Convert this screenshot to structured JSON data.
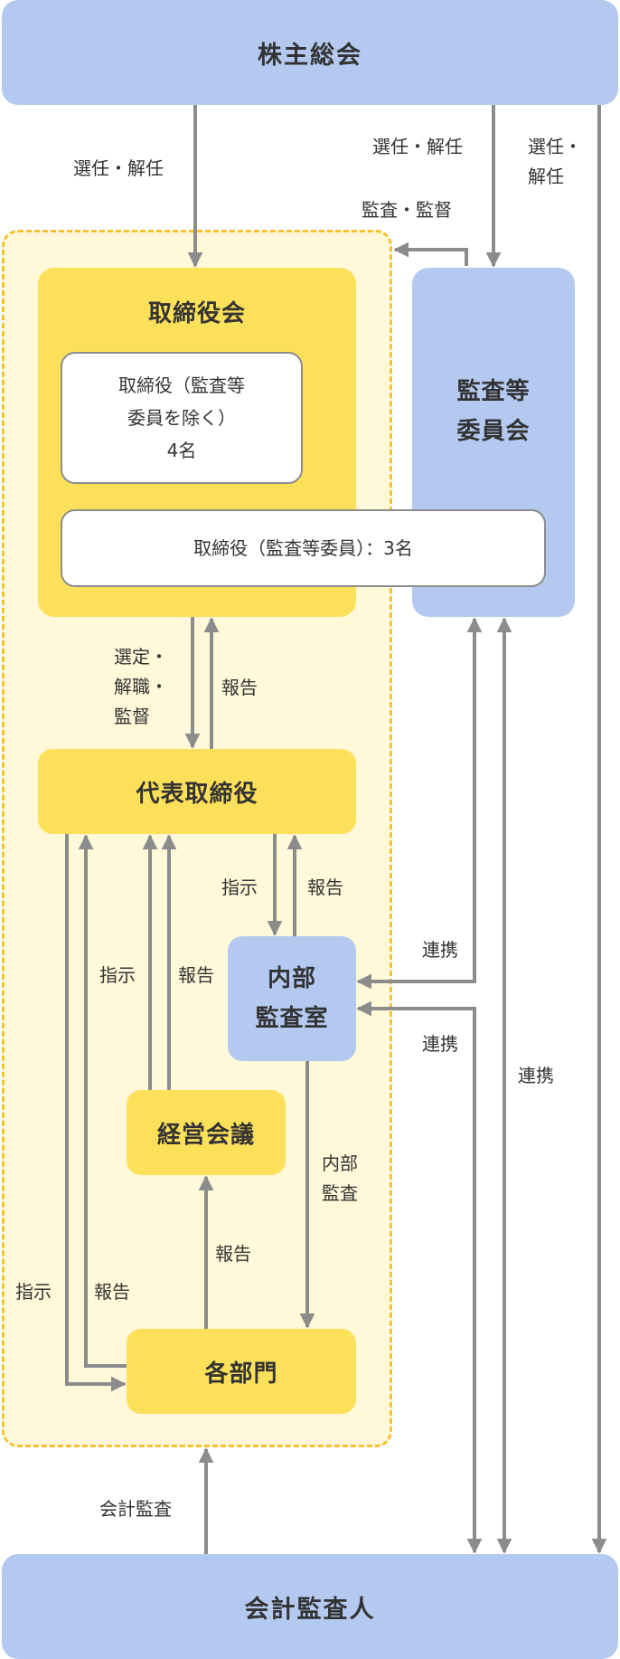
{
  "nodes": {
    "shareholders": "株主総会",
    "board": "取締役会",
    "directors_non_audit": [
      "取締役（監査等",
      "委員を除く）",
      "4名"
    ],
    "directors_audit": "取締役（監査等委員）：3名",
    "audit_committee": [
      "監査等",
      "委員会"
    ],
    "representative": "代表取締役",
    "internal_audit": [
      "内部",
      "監査室"
    ],
    "management_meeting": "経営会議",
    "departments": "各部門",
    "accounting_auditor": "会計監査人"
  },
  "labels": {
    "elect_dismiss_left": "選任・解任",
    "elect_dismiss_mid": "選任・解任",
    "elect_dismiss_right": [
      "選任・",
      "解任"
    ],
    "audit_supervise": "監査・監督",
    "appoint_dismiss_supervise": [
      "選定・",
      "解職・",
      "監督"
    ],
    "report_board": "報告",
    "instruct_internal": "指示",
    "report_internal": "報告",
    "instruct_mgmt": "指示",
    "report_mgmt": "報告",
    "cooperate_1": "連携",
    "cooperate_2": "連携",
    "cooperate_3": "連携",
    "internal_audit_label": [
      "内部",
      "監査"
    ],
    "report_depts": "報告",
    "instruct_depts": "指示",
    "report_depts_left": "報告",
    "accounting_audit": "会計監査"
  },
  "colors": {
    "blue_box": "#b3c9f0",
    "yellow_box": "#fde05a",
    "zone_fill": "#fff9d9",
    "zone_border": "#f6c233",
    "arrow": "#8c8c8c"
  }
}
